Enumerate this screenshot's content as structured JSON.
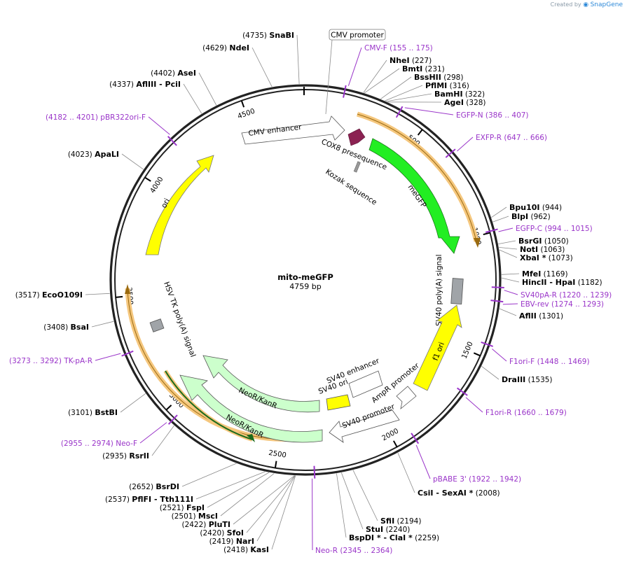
{
  "credit": {
    "prefix": "Created by",
    "brand": "SnapGene"
  },
  "plasmid": {
    "name": "mito-meGFP",
    "length": "4759 bp",
    "total_bp": 4759
  },
  "ticks": [
    {
      "label": "500",
      "bp": 500
    },
    {
      "label": "1000",
      "bp": 1000
    },
    {
      "label": "1500",
      "bp": 1500
    },
    {
      "label": "2000",
      "bp": 2000
    },
    {
      "label": "2500",
      "bp": 2500
    },
    {
      "label": "3000",
      "bp": 3000
    },
    {
      "label": "3500",
      "bp": 3500
    },
    {
      "label": "4000",
      "bp": 4000
    },
    {
      "label": "4500",
      "bp": 4500
    }
  ],
  "sites": [
    {
      "name": "SnaBI",
      "pos": "(4735)",
      "bp": 4735
    },
    {
      "name": "NdeI",
      "pos": "(4629)",
      "bp": 4629
    },
    {
      "name": "AseI",
      "pos": "(4402)",
      "bp": 4402
    },
    {
      "name": "AflIII",
      "name2": "PciI",
      "pos": "(4337)",
      "bp": 4337
    },
    {
      "name": "ApaLI",
      "pos": "(4023)",
      "bp": 4023
    },
    {
      "name": "EcoO109I",
      "pos": "(3517)",
      "bp": 3517
    },
    {
      "name": "BsaI",
      "pos": "(3408)",
      "bp": 3408
    },
    {
      "name": "BstBI",
      "pos": "(3101)",
      "bp": 3101
    },
    {
      "name": "RsrII",
      "pos": "(2935)",
      "bp": 2935
    },
    {
      "name": "BsrDI",
      "pos": "(2652)",
      "bp": 2652
    },
    {
      "name": "PflFI",
      "name2": "Tth111I",
      "pos": "(2537)",
      "bp": 2537
    },
    {
      "name": "FspI",
      "pos": "(2521)",
      "bp": 2521
    },
    {
      "name": "MscI",
      "pos": "(2501)",
      "bp": 2501
    },
    {
      "name": "PluTI",
      "pos": "(2422)",
      "bp": 2422
    },
    {
      "name": "SfoI",
      "pos": "(2420)",
      "bp": 2420
    },
    {
      "name": "NarI",
      "pos": "(2419)",
      "bp": 2419
    },
    {
      "name": "KasI",
      "pos": "(2418)",
      "bp": 2418
    },
    {
      "name": "NheI",
      "pos": "(227)",
      "bp": 227
    },
    {
      "name": "BmtI",
      "pos": "(231)",
      "bp": 231
    },
    {
      "name": "BssHII",
      "pos": "(298)",
      "bp": 298
    },
    {
      "name": "PflMI",
      "pos": "(316)",
      "bp": 316
    },
    {
      "name": "BamHI",
      "pos": "(322)",
      "bp": 322
    },
    {
      "name": "AgeI",
      "pos": "(328)",
      "bp": 328
    },
    {
      "name": "Bpu10I",
      "pos": "(944)",
      "bp": 944
    },
    {
      "name": "BlpI",
      "pos": "(962)",
      "bp": 962
    },
    {
      "name": "BsrGI",
      "pos": "(1050)",
      "bp": 1050
    },
    {
      "name": "NotI",
      "pos": "(1063)",
      "bp": 1063
    },
    {
      "name": "XbaI *",
      "pos": "(1073)",
      "bp": 1073
    },
    {
      "name": "MfeI",
      "pos": "(1169)",
      "bp": 1169
    },
    {
      "name": "HincII",
      "name2": "HpaI",
      "pos": "(1182)",
      "bp": 1182
    },
    {
      "name": "AflII",
      "pos": "(1301)",
      "bp": 1301
    },
    {
      "name": "DraIII",
      "pos": "(1535)",
      "bp": 1535
    },
    {
      "name": "CsiI",
      "name2": "SexAI *",
      "pos": "(2008)",
      "bp": 2008
    },
    {
      "name": "SfiI",
      "pos": "(2194)",
      "bp": 2194
    },
    {
      "name": "StuI",
      "pos": "(2240)",
      "bp": 2240
    },
    {
      "name": "BspDI *",
      "name2": "ClaI *",
      "pos": "(2259)",
      "bp": 2259
    }
  ],
  "primers": [
    {
      "name": "CMV-F",
      "range": "(155 .. 175)",
      "bp": 165
    },
    {
      "name": "EGFP-N",
      "range": "(386 .. 407)",
      "bp": 396
    },
    {
      "name": "EXFP-R",
      "range": "(647 .. 666)",
      "bp": 656
    },
    {
      "name": "EGFP-C",
      "range": "(994 .. 1015)",
      "bp": 1004
    },
    {
      "name": "SV40pA-R",
      "range": "(1220 .. 1239)",
      "bp": 1229
    },
    {
      "name": "EBV-rev",
      "range": "(1274 .. 1293)",
      "bp": 1283
    },
    {
      "name": "F1ori-F",
      "range": "(1448 .. 1469)",
      "bp": 1458
    },
    {
      "name": "F1ori-R",
      "range": "(1660 .. 1679)",
      "bp": 1669
    },
    {
      "name": "pBABE 3'",
      "range": "(1922 .. 1942)",
      "bp": 1932
    },
    {
      "name": "Neo-R",
      "range": "(2345 .. 2364)",
      "bp": 2354
    },
    {
      "name": "Neo-F",
      "range": "(2955 .. 2974)",
      "bp": 2964
    },
    {
      "name": "TK-pA-R",
      "range": "(3273 .. 3292)",
      "bp": 3282
    },
    {
      "name": "pBR322ori-F",
      "range": "(4182 .. 4201)",
      "bp": 4191
    }
  ],
  "features": {
    "cmv_promoter": "CMV promoter",
    "cmv_enhancer": "CMV enhancer",
    "cox8": "COX8 presequence",
    "kozak": "Kozak sequence",
    "megfp": "meGFP",
    "sv40_polya": "SV40 poly(A) signal",
    "f1_ori": "f1 ori",
    "ampr_promoter": "AmpR promoter",
    "sv40_promoter": "SV40 promoter",
    "sv40_enhancer": "SV40 enhancer",
    "sv40_ori": "SV40 ori",
    "neokanr_1": "NeoR/KanR",
    "neokanr_2": "NeoR/KanR",
    "hsv_tk": "HSV TK poly(A) signal",
    "ori": "ori"
  },
  "colors": {
    "backbone": "#222222",
    "primer": "#9a35c9",
    "orf_highlight": "#f5c77e",
    "green": "#22ee22",
    "yellow": "#ffff00",
    "light_green": "#ccffcc",
    "cox8": "#8b2252",
    "gray": "#a0a4a8"
  }
}
